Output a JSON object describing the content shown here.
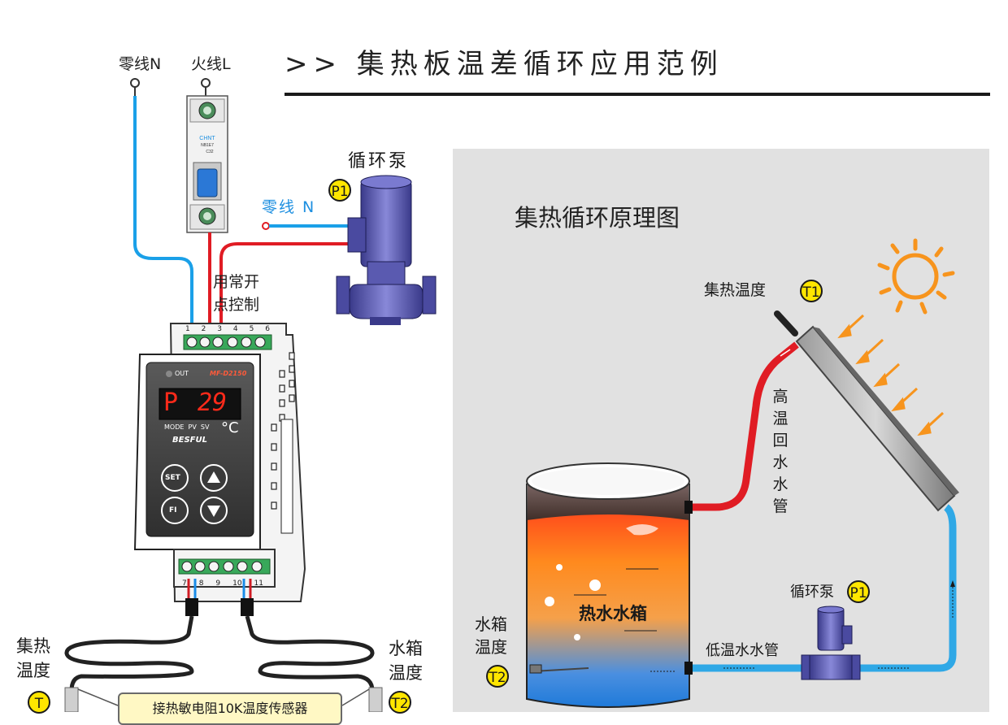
{
  "header": {
    "title": ">> 集热板温差循环应用范例"
  },
  "wiring": {
    "neutral_top": "零线N",
    "live_top": "火线L",
    "pump_title": "循环泵",
    "pump_badge": "P1",
    "neutral_blue": "零线 N",
    "contact_note_1": "用常开",
    "contact_note_2": "点控制",
    "terminals_top": [
      "1",
      "2",
      "3",
      "4",
      "5",
      "6"
    ],
    "terminals_bottom": [
      "7",
      "8",
      "9",
      "10",
      "11"
    ],
    "breaker_brand": "CHNT",
    "breaker_model": "NB1E7",
    "breaker_rating": "C32"
  },
  "controller": {
    "out_label": "OUT",
    "model": "MF-D2150",
    "display_left": "P",
    "display_right": "29",
    "mode_labels": "MODE  PV  SV",
    "unit": "°C",
    "brand": "BESFUL",
    "btn_set": "SET",
    "btn_fi": "FI"
  },
  "sensors": {
    "collector_temp_1": "集热",
    "collector_temp_2": "温度",
    "collector_badge": "T",
    "tank_temp_1": "水箱",
    "tank_temp_2": "温度",
    "tank_badge": "T2",
    "note": "接热敏电阻10K温度传感器"
  },
  "principle": {
    "title": "集热循环原理图",
    "collector_temp": "集热温度",
    "collector_badge": "T1",
    "return_pipe": [
      "高",
      "温",
      "回",
      "水",
      "水",
      "管"
    ],
    "tank_label": "热水水箱",
    "tank_temp_1": "水箱",
    "tank_temp_2": "温度",
    "tank_badge": "T2",
    "pump_label": "循环泵",
    "pump_badge": "P1",
    "low_pipe": "低温水水管"
  }
}
